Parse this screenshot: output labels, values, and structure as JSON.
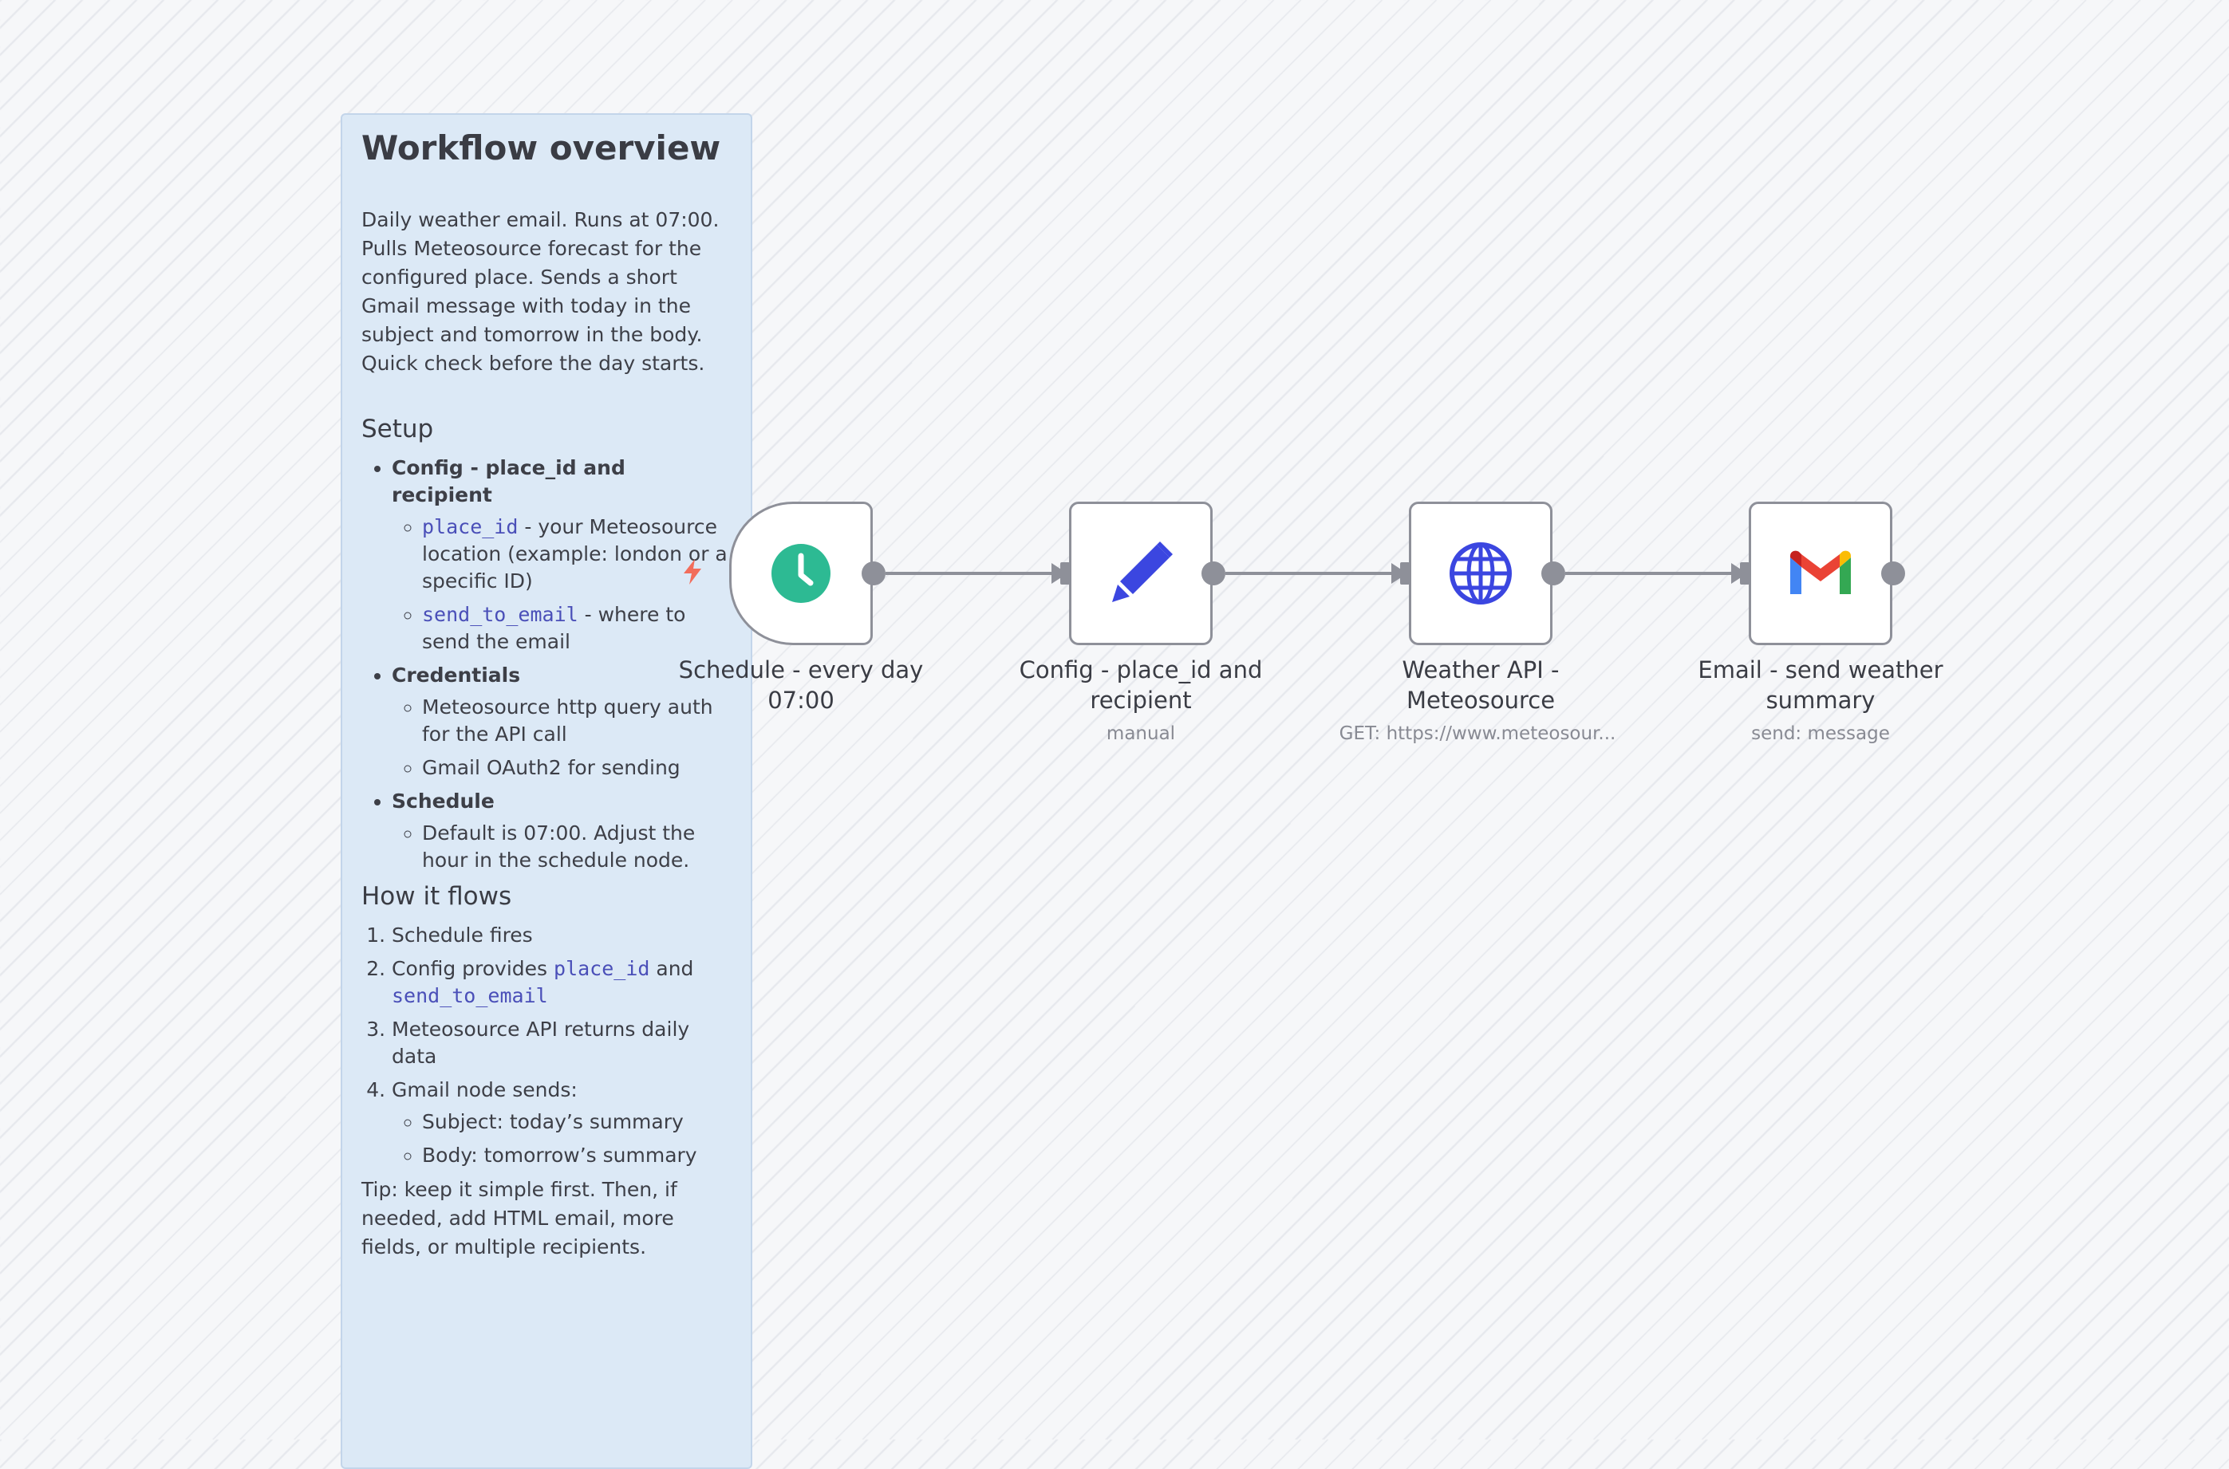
{
  "sticky": {
    "title": "Workflow overview",
    "intro_lines": [
      "Daily weather email. Runs at 07:00.",
      "Pulls Meteosource forecast for the",
      "configured place. Sends a short",
      "Gmail message with today in the",
      "subject and tomorrow in the body.",
      "Quick check before the day starts."
    ],
    "setup_heading": "Setup",
    "setup": {
      "config_label": "Config - place_id and recipient",
      "place_id_code": "place_id",
      "place_id_text": " - your Meteosource location (example: london or a specific ID)",
      "email_code": "send_to_email",
      "email_text": " - where to send the email",
      "credentials_label": "Credentials",
      "cred_1": "Meteosource http query auth for the API call",
      "cred_2": "Gmail OAuth2 for sending",
      "schedule_label": "Schedule",
      "schedule_1": "Default is 07:00. Adjust the hour in the schedule node."
    },
    "flow_heading": "How it flows",
    "flow": {
      "step_1": "Schedule fires",
      "step_2_prefix": "Config provides ",
      "step_2_code_1": "place_id",
      "step_2_mid": " and",
      "step_2_code_2": "send_to_email",
      "step_3": "Meteosource API returns daily data",
      "step_4": "Gmail node sends:",
      "step_4_sub_1": "Subject: today’s summary",
      "step_4_sub_2": "Body: tomorrow’s summary",
      "tip": "Tip: keep it simple first. Then, if needed, add HTML email, more fields, or multiple recipients."
    }
  },
  "nodes": [
    {
      "id": "schedule",
      "icon": "clock-icon",
      "label": "Schedule - every day 07:00",
      "sub": ""
    },
    {
      "id": "config",
      "icon": "pencil-icon",
      "label": "Config - place_id and recipient",
      "sub": "manual"
    },
    {
      "id": "weather",
      "icon": "globe-icon",
      "label": "Weather API - Meteosource",
      "sub": "GET: https://www.meteosour..."
    },
    {
      "id": "email",
      "icon": "gmail-icon",
      "label": "Email - send weather summary",
      "sub": "send: message"
    }
  ],
  "colors": {
    "clock": "#2dba93",
    "pencil": "#3b46e0",
    "globe": "#3b46e0",
    "bolt": "#f26d5b",
    "sticky_bg": "#dce9f6"
  }
}
